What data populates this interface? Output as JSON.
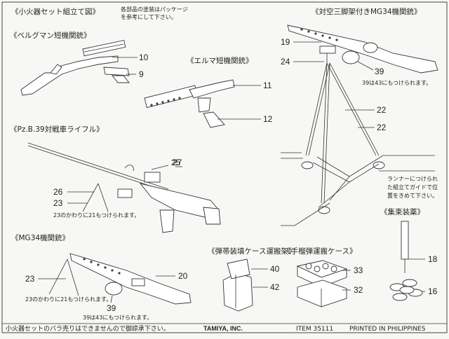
{
  "header": {
    "title": "《小火器セット組立て図》",
    "note_line1": "各部品の塗装はパッケージ",
    "note_line2": "を参考にして下さい。"
  },
  "sections": {
    "bergmann": "《ベルグマン短機関銃》",
    "erma": "《エルマ短機関銃》",
    "mg34_aa": "《対空三脚架付きMG34機関銃》",
    "pzb39": "《Pz.B.39対戦車ライフル》",
    "mg34": "《MG34機関銃》",
    "ammo_case": "《弾帯装填ケース運搬架》",
    "grenade_case": "《手榴弾運搬ケース》",
    "bundle": "《集束装薬》"
  },
  "part_numbers": {
    "p10": "10",
    "p9": "9",
    "p11": "11",
    "p12": "12",
    "p19": "19",
    "p24": "24",
    "p39a": "39",
    "p22a": "22",
    "p22b": "22",
    "p25": "25",
    "p27": "27",
    "p26": "26",
    "p23a": "23",
    "p23b": "23",
    "p20": "20",
    "p39b": "39",
    "p40": "40",
    "p42": "42",
    "p33": "33",
    "p32": "32",
    "p18": "18",
    "p16": "16"
  },
  "notes": {
    "aa_39": "39は43にもつけられます。",
    "runner_1": "ランナーにつけられ",
    "runner_2": "た組立てガイドで位",
    "runner_3": "置をきめて下さい。",
    "pzb_23": "23のかわりに21もつけられます。",
    "mg_23": "23のかわりに21もつけられます。",
    "mg_39": "39は43にもつけられます。"
  },
  "footer": {
    "disclaimer": "小火器セットのバラ売りはできませんので御諒承下さい。",
    "brand": "TAMIYA, INC.",
    "item": "ITEM  35111",
    "printed": "PRINTED IN PHILIPPINES"
  }
}
